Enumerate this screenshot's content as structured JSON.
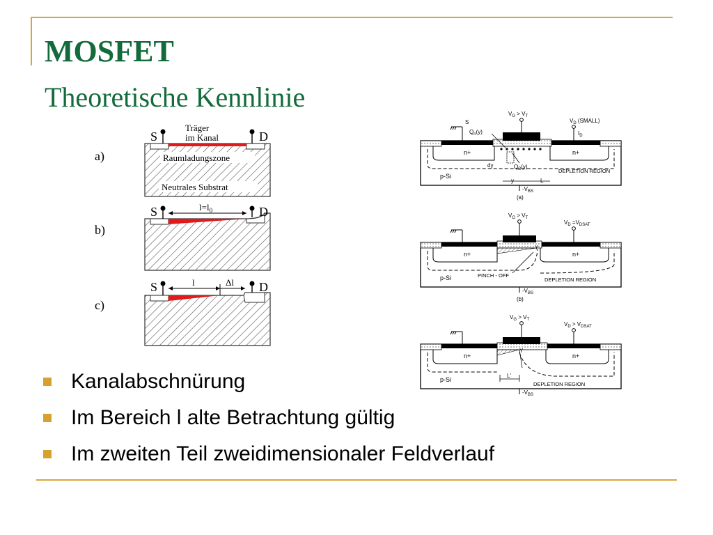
{
  "slide": {
    "title": "MOSFET",
    "subtitle": "Theoretische  Kennlinie"
  },
  "left_figure": {
    "panel_a": {
      "label": "a)",
      "source": "S",
      "drain": "D",
      "channel_line1": "Träger",
      "channel_line2": "im  Kanal",
      "depletion": "Raumladungszone",
      "substrate": "Neutrales  Substrat"
    },
    "panel_b": {
      "label": "b)",
      "source": "S",
      "drain": "D",
      "length": "l=l",
      "length_sub": "0"
    },
    "panel_c": {
      "label": "c)",
      "source": "S",
      "drain": "D",
      "length": "l",
      "delta": "Δl"
    }
  },
  "right_figure": {
    "panel_a": {
      "vg": "V",
      "vg_sub": "G",
      "vg_rest": " > V",
      "vg_sub2": "T",
      "vd": "V",
      "vd_sub": "D",
      "vd_rest": " (SMALL)",
      "source": "S",
      "id": "I",
      "id_sub": "D",
      "qn": "Q",
      "qn_sub": "n",
      "qn_rest": "(y)",
      "qb": "Q",
      "qb_sub": "B",
      "qb_rest": "(y)",
      "dy": "dy",
      "n_left": "n+",
      "n_right": "n+",
      "depletion": "DEPLETION REGION",
      "substrate": "p-Si",
      "y": "y",
      "l": "L",
      "vbs": "-V",
      "vbs_sub": "BS",
      "caption": "(a)"
    },
    "panel_b": {
      "vg": "V",
      "vg_sub": "G",
      "vg_rest": " > V",
      "vg_sub2": "T",
      "vd": "V",
      "vd_sub": "D",
      "vd_rest": " =V",
      "vd_sub2": "DSAT",
      "n_left": "n+",
      "n_right": "n+",
      "y": "Y",
      "pinch": "PINCH - OFF",
      "depletion": "DEPLETION REGION",
      "substrate": "p-Si",
      "vbs": "-V",
      "vbs_sub": "BS",
      "caption": "(b)"
    },
    "panel_c": {
      "vg": "V",
      "vg_sub": "G",
      "vg_rest": " > V",
      "vg_sub2": "T",
      "vd": "V",
      "vd_sub": "D",
      "vd_rest": " > V",
      "vd_sub2": "DSAT",
      "n_left": "n+",
      "n_right": "n+",
      "y": "Y",
      "lprime": "L'",
      "depletion": "DEPLETION REGION",
      "substrate": "p-Si",
      "vbs": "-V",
      "vbs_sub": "BS"
    }
  },
  "bullets": [
    "Kanalabschnürung",
    "Im Bereich l alte Betrachtung gültig",
    "Im zweiten Teil zweidimensionaler Feldverlauf"
  ],
  "colors": {
    "accent": "#d8a73a",
    "title": "#136a3a",
    "channel": "#e11b1b",
    "bullet": "#d6a22e"
  }
}
